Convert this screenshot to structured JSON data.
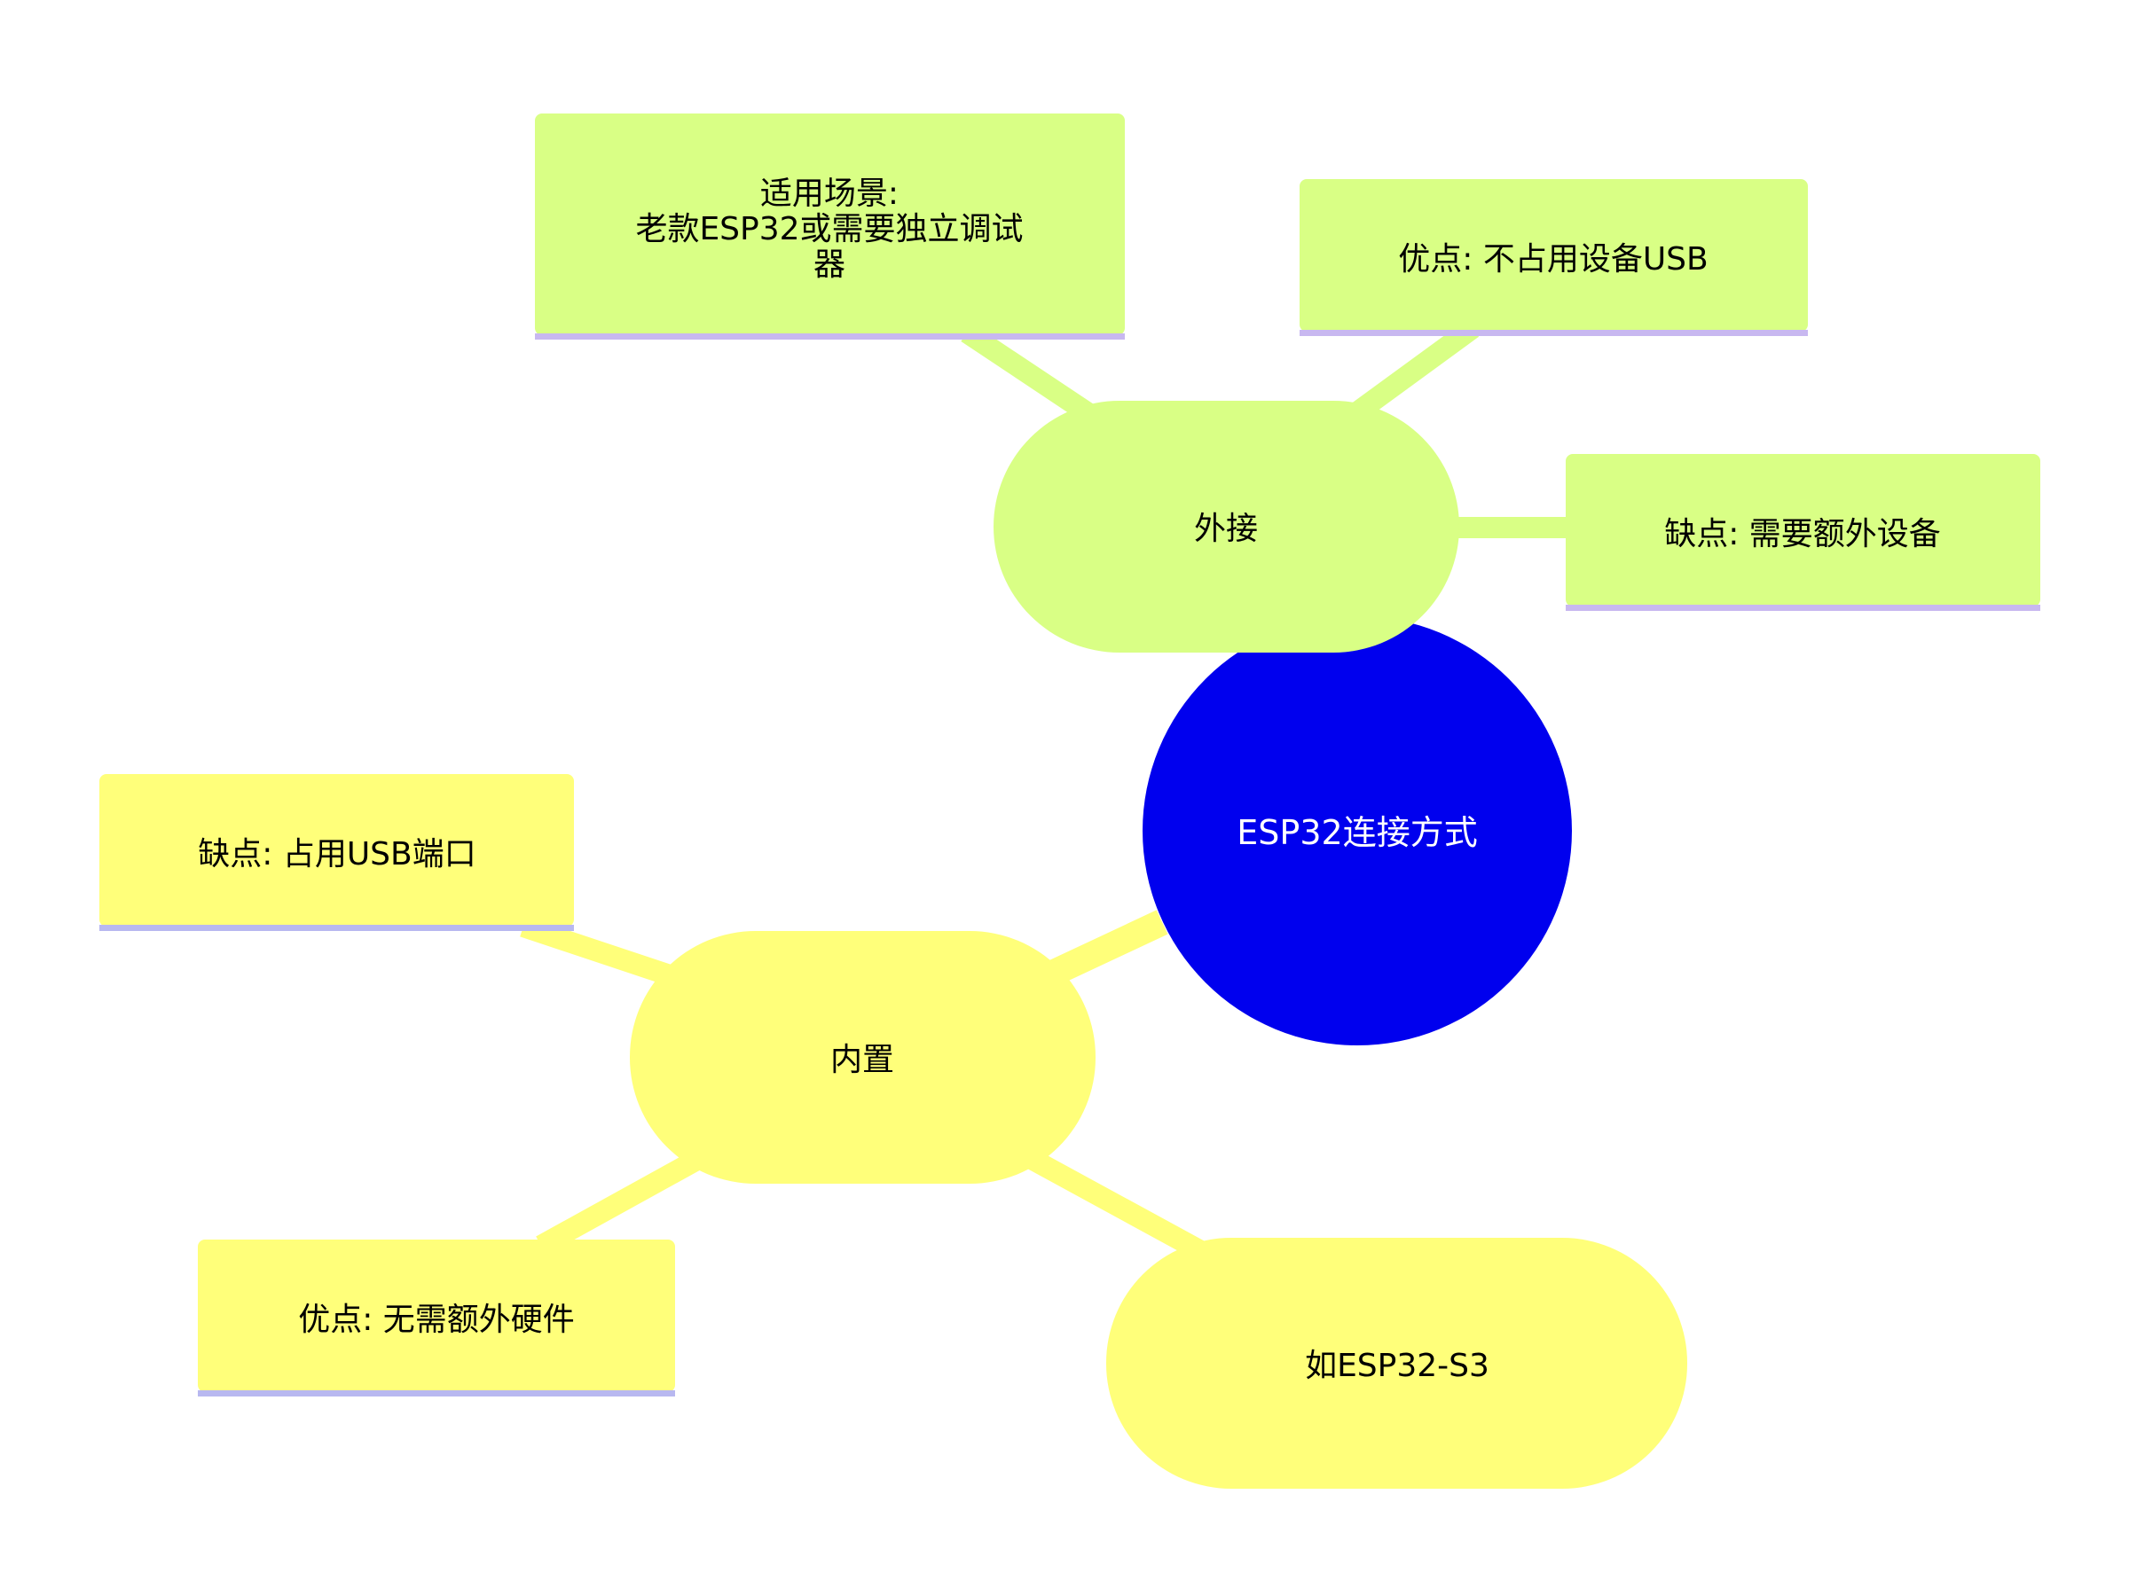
{
  "colors": {
    "background": "#ffffff",
    "root": "#0000ee",
    "root_text": "#ffffff",
    "branch_external": "#d9ff85",
    "branch_builtin": "#ffff7a",
    "leaf_underline": "#c8b8f0",
    "text": "#000000"
  },
  "root": {
    "label": "ESP32连接方式"
  },
  "branches": {
    "external": {
      "label": "外接",
      "leaves": {
        "scenario": {
          "lines": [
            "适用场景:",
            "老款ESP32或需要独立调试",
            "器"
          ]
        },
        "pro": {
          "label": "优点: 不占用设备USB"
        },
        "con": {
          "label": "缺点: 需要额外设备"
        }
      }
    },
    "builtin": {
      "label": "内置",
      "leaves": {
        "con": {
          "label": "缺点: 占用USB端口"
        },
        "pro": {
          "label": "优点: 无需额外硬件"
        },
        "example": {
          "label": "如ESP32-S3"
        }
      }
    }
  }
}
